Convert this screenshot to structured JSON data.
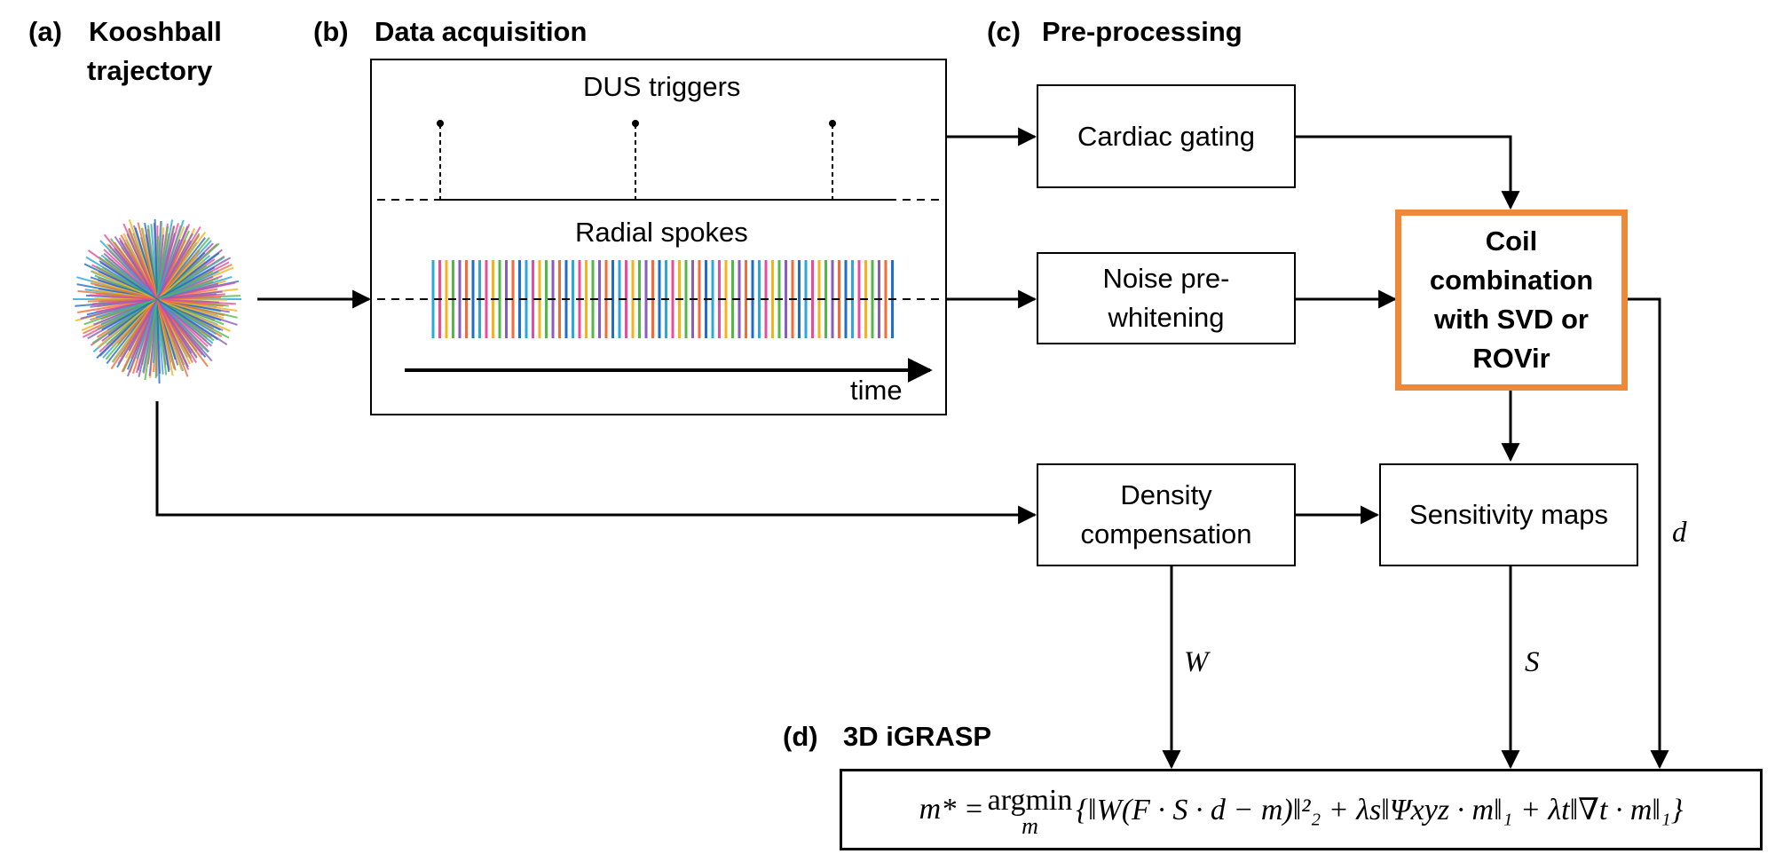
{
  "sections": {
    "a_tag": "(a)",
    "a_title_1": "Kooshball",
    "a_title_2": "trajectory",
    "b_tag": "(b)",
    "b_title": "Data acquisition",
    "c_tag": "(c)",
    "c_title": "Pre-processing",
    "d_tag": "(d)",
    "d_title": "3D iGRASP"
  },
  "acquisition": {
    "triggers_label": "DUS triggers",
    "spokes_label": "Radial spokes",
    "time_label": "time",
    "spoke_colors": [
      "#2ba7d8",
      "#e84d9c",
      "#f5b21c",
      "#53b848",
      "#8a5cc0",
      "#f26b3a",
      "#1f6fc8"
    ]
  },
  "boxes": {
    "cardiac_gating": "Cardiac gating",
    "noise_line1": "Noise pre-",
    "noise_line2": "whitening",
    "coil_line1": "Coil",
    "coil_line2": "combination",
    "coil_line3": "with SVD or",
    "coil_line4": "ROVir",
    "density_line1": "Density",
    "density_line2": "compensation",
    "sensitivity": "Sensitivity maps"
  },
  "edge_labels": {
    "w": "W",
    "s": "S",
    "d": "d"
  },
  "formula": {
    "m_star": "m* = ",
    "argmin": "argmin",
    "argmin_sub": "m",
    "body": "{‖W(F · S · d − m)‖²₂ + λs‖Ψxyz · m‖₁ + λt‖∇t · m‖₁}"
  },
  "colors": {
    "coil_border": "#f0883a"
  }
}
